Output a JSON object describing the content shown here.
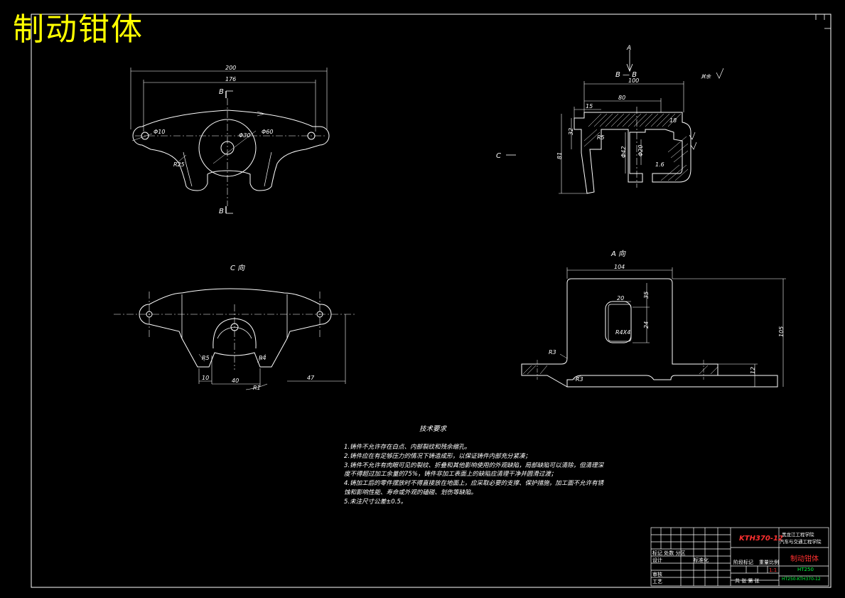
{
  "title": "制动钳体",
  "views": {
    "section_label": "B — B",
    "view_c_label": "C 向",
    "view_a_label": "A 向",
    "arrow_a": "A",
    "arrow_b_top": "B",
    "arrow_b_bottom": "B",
    "arrow_c": "C",
    "roughness_note": "其余"
  },
  "dims_top": {
    "d200": "200",
    "d176": "176",
    "phi10": "Φ10",
    "phi30": "Φ30",
    "phi60": "Φ60",
    "r25": "R25"
  },
  "dims_section": {
    "d100": "100",
    "d80": "80",
    "d15": "15",
    "d32": "32",
    "d81": "81",
    "d42": "Φ42",
    "d20": "Φ20",
    "d18": "18",
    "d16": "1.6",
    "d_r": "R5"
  },
  "dims_view_c": {
    "r5": "R5",
    "r4": "R4",
    "d10": "10",
    "d40": "40",
    "d47": "47",
    "r1": "R1"
  },
  "dims_view_a": {
    "d104": "104",
    "d20": "20",
    "d35": "35",
    "d24": "24",
    "r4x4": "R4X4",
    "r3a": "R3",
    "r3b": "R3",
    "d105": "105",
    "d12": "12"
  },
  "tech": {
    "heading": "技术要求",
    "lines": [
      "1.铸件不允许存在白点、内部裂纹和残余缩孔。",
      "2.铸件应在有足够压力的情况下铸造成形，以保证铸件内部充分紧凑；",
      "3.铸件不允许有肉眼可见的裂纹、折叠和其他影响使用的外观缺陷，局部缺陷可以清除，但清理深",
      "度不得超过加工余量的75%，铸件非加工表面上的缺陷应清理干净并圆滑过渡；",
      "4.铸加工后的零件摆放时不得直接放在地面上，应采取必要的支撑、保护措施，加工面不允许有锈",
      "蚀和影响性能、寿命或外观的磕碰、划伤等缺陷。",
      "5.未注尺寸公差±0.5。"
    ]
  },
  "title_block": {
    "drawing_no": "KTH370-12",
    "school_line1": "黑龙江工程学院",
    "school_line2": "汽车与交通工程学院",
    "part_name": "制动钳体",
    "material_code": "HT250",
    "row1": "标记 处数 分区",
    "row2": "设计",
    "row3": "审核",
    "row4": "工艺",
    "std": "标准化",
    "stage": "阶段标记",
    "weight": "重量",
    "scale": "比例",
    "scale_val": "1:1",
    "sheets": "共 张 第 张",
    "code": "HT250-KTH370-12"
  }
}
